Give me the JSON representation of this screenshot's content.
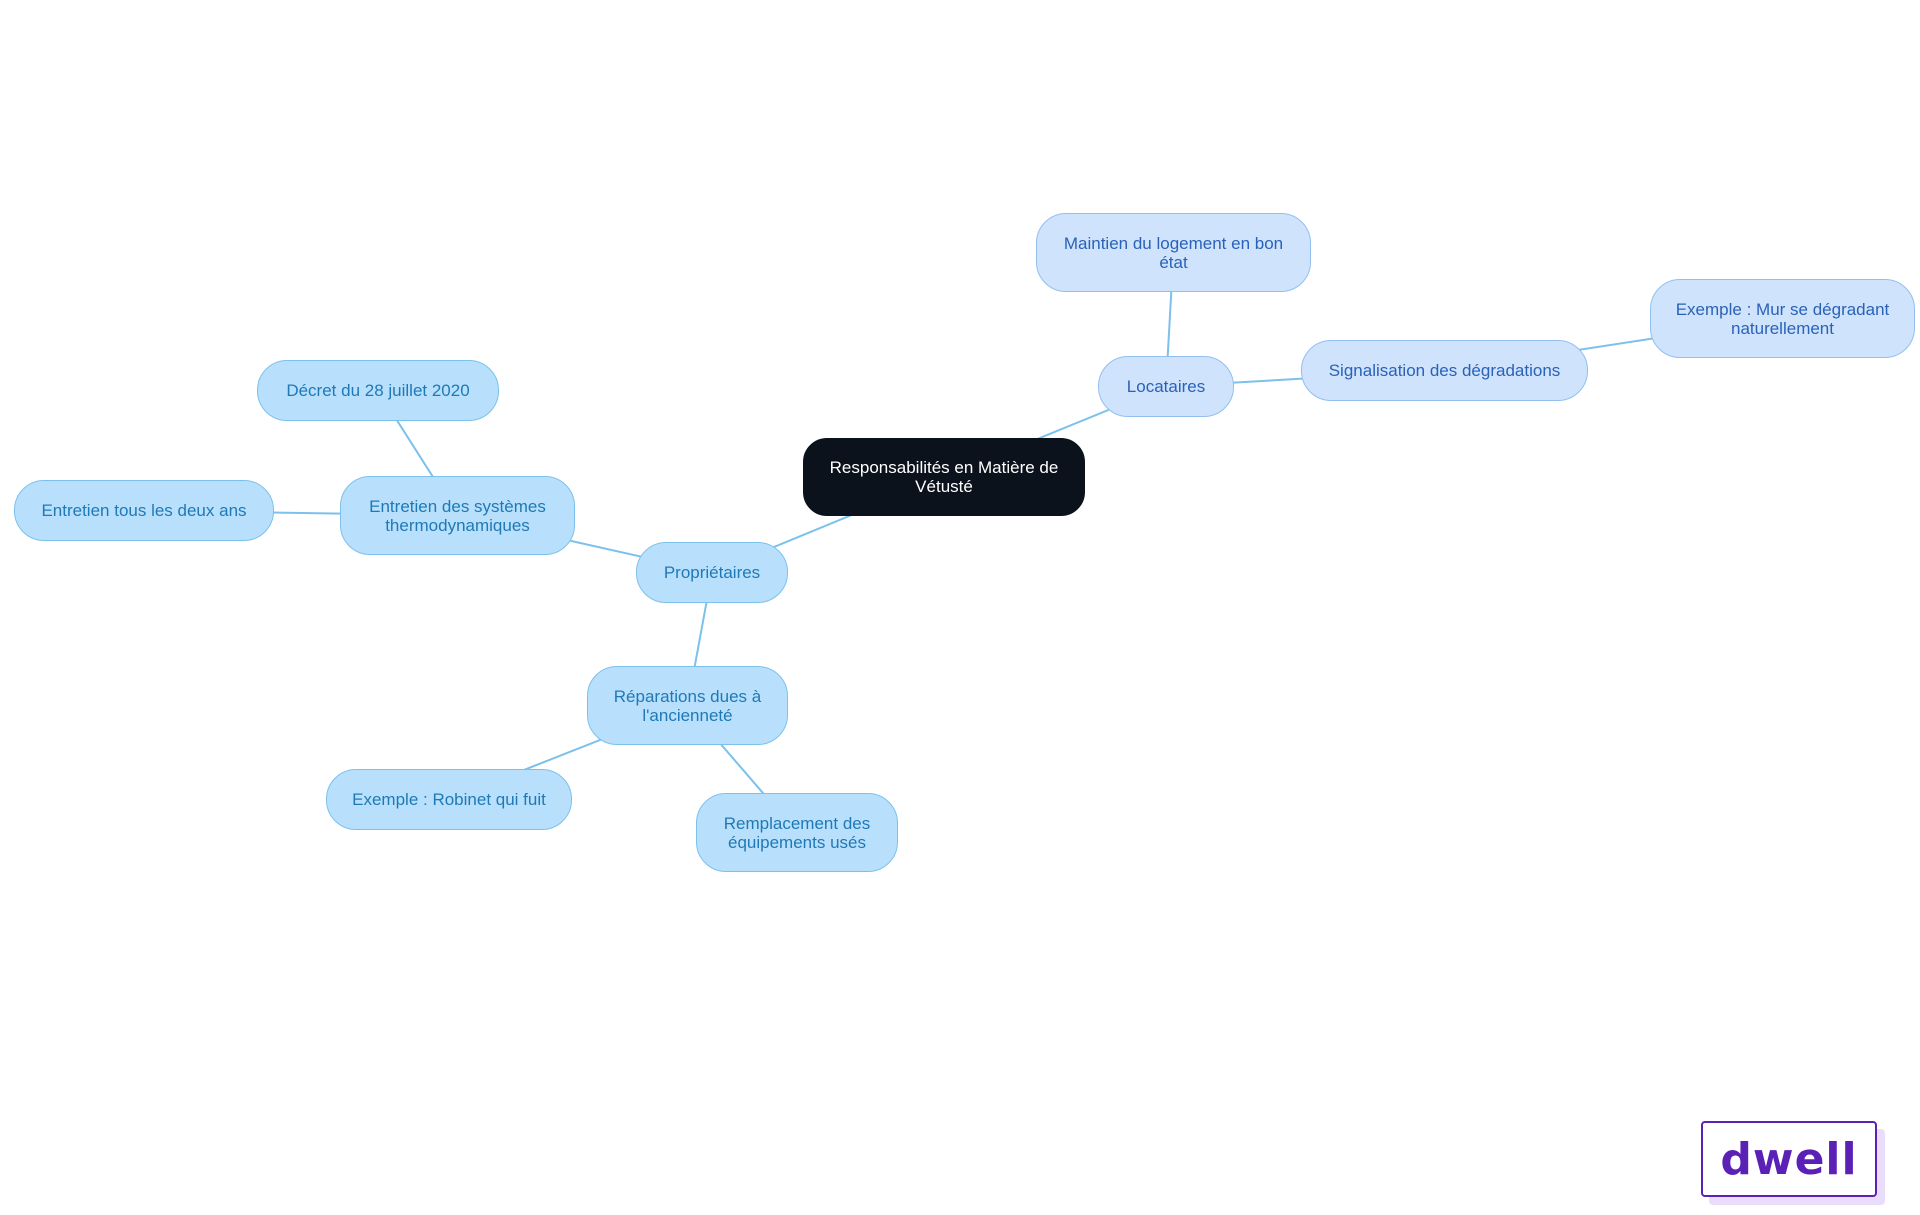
{
  "colors": {
    "edge": "#7cc1ec",
    "root_bg": "#0b121c",
    "root_text": "#ffffff",
    "primary_bg": "#b8e0fc",
    "primary_border": "#7cc1ec",
    "primary_text": "#1f79b6",
    "secondary_bg": "#cfe3fc",
    "secondary_border": "#92bff0",
    "secondary_text": "#2a62b8",
    "brand": "#5b21b6"
  },
  "mindmap": {
    "root": {
      "id": "root",
      "label": "Responsabilités en Matière de Vétusté"
    },
    "nodes": [
      {
        "id": "proprietaires",
        "label": "Propriétaires",
        "parent": "root",
        "style": "primary"
      },
      {
        "id": "entretien_systemes",
        "label": "Entretien des systèmes thermodynamiques",
        "parent": "proprietaires",
        "style": "primary"
      },
      {
        "id": "decret",
        "label": "Décret du 28 juillet 2020",
        "parent": "entretien_systemes",
        "style": "primary"
      },
      {
        "id": "entretien_deux_ans",
        "label": "Entretien tous les deux ans",
        "parent": "entretien_systemes",
        "style": "primary"
      },
      {
        "id": "reparations",
        "label": "Réparations dues à l'ancienneté",
        "parent": "proprietaires",
        "style": "primary"
      },
      {
        "id": "robinet",
        "label": "Exemple : Robinet qui fuit",
        "parent": "reparations",
        "style": "primary"
      },
      {
        "id": "remplacement",
        "label": "Remplacement des équipements usés",
        "parent": "reparations",
        "style": "primary"
      },
      {
        "id": "locataires",
        "label": "Locataires",
        "parent": "root",
        "style": "secondary"
      },
      {
        "id": "maintien",
        "label": "Maintien du logement en bon état",
        "parent": "locataires",
        "style": "secondary"
      },
      {
        "id": "signalisation",
        "label": "Signalisation des dégradations",
        "parent": "locataires",
        "style": "secondary"
      },
      {
        "id": "mur",
        "label": "Exemple : Mur se dégradant naturellement",
        "parent": "signalisation",
        "style": "secondary"
      }
    ]
  },
  "brand": {
    "logo_text": "dwell"
  }
}
